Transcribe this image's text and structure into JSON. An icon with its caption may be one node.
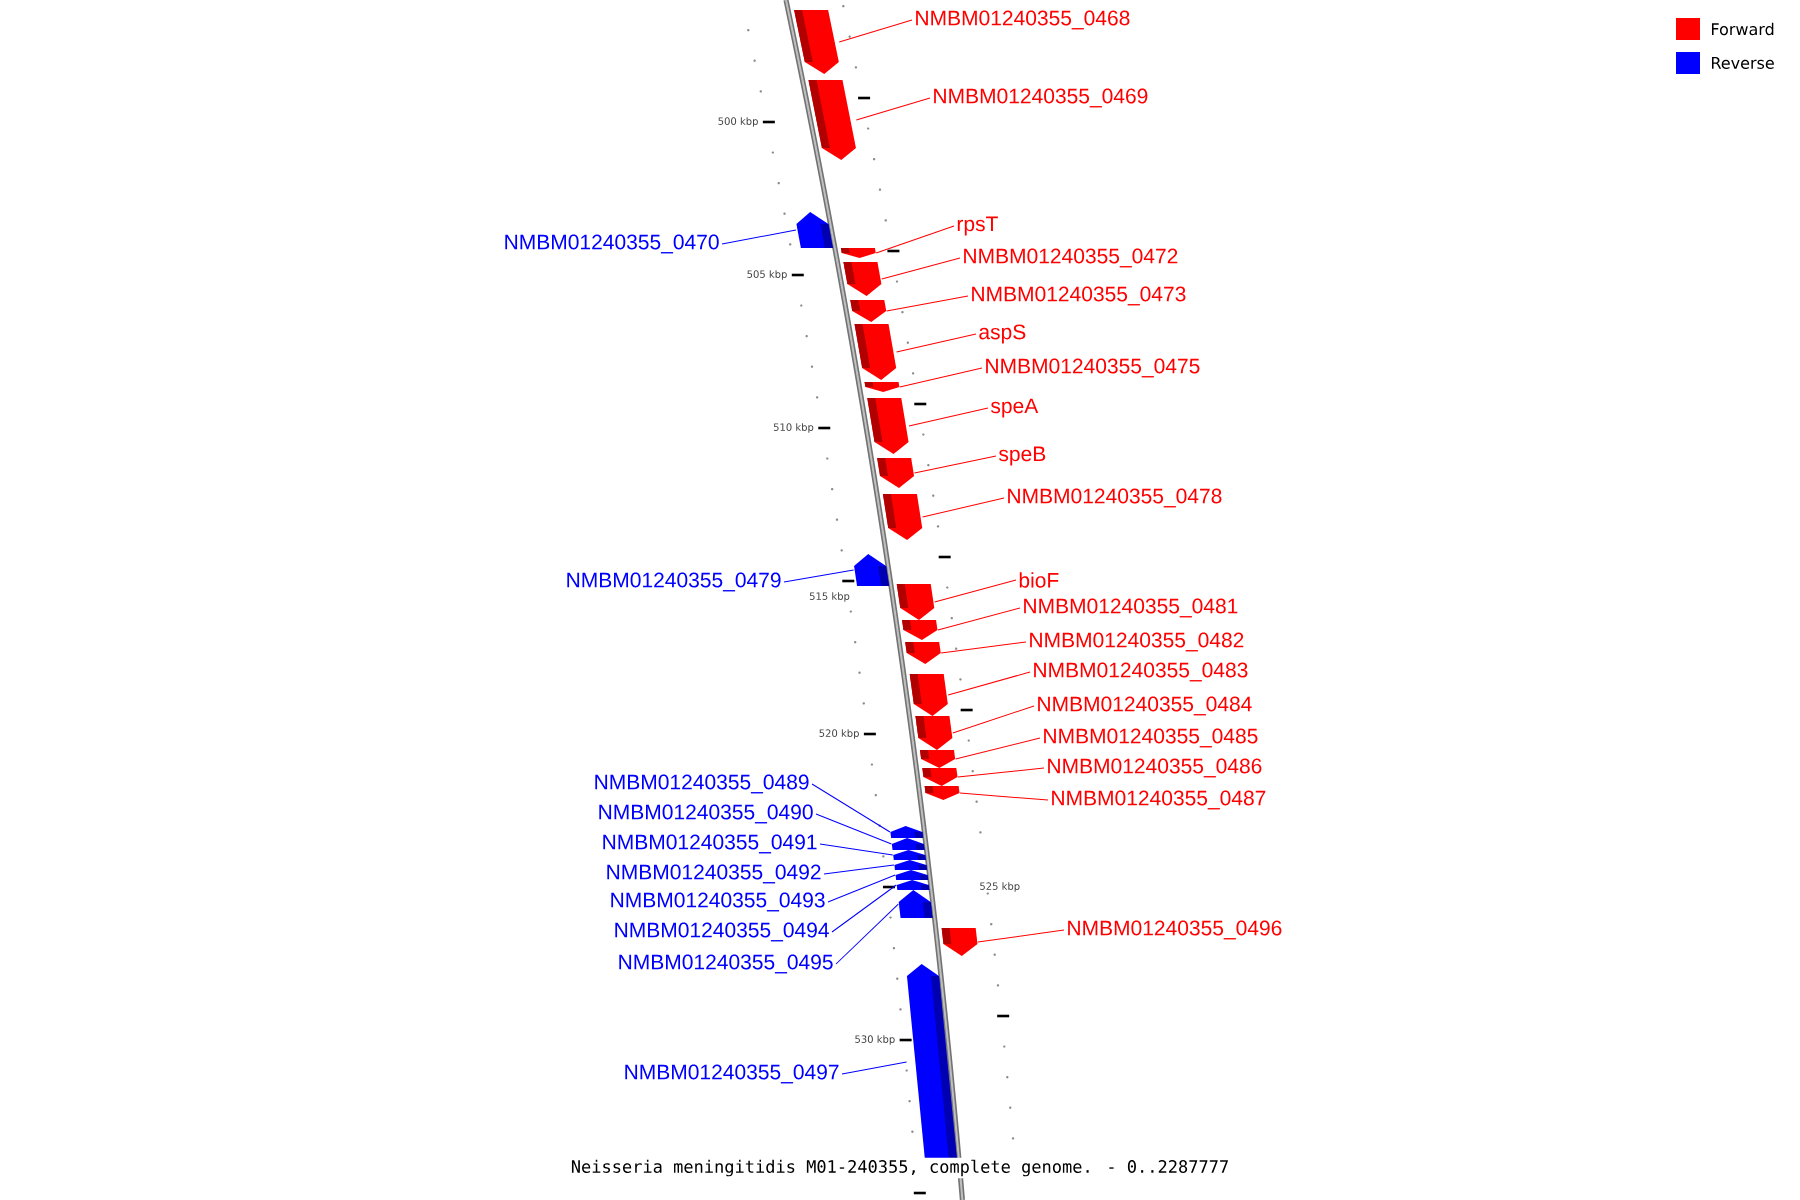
{
  "diagram": {
    "caption": "Neisseria meningitidis M01-240355, complete genome. - 0..2287777",
    "nodes": [
      {
        "text": [
          "NMBM01240355_0468"
        ]
      },
      {
        "text": [],
        "shape": "pentagon"
      },
      {
        "text": [
          "NMBM01240355_0469"
        ]
      },
      {
        "text": [],
        "shape": "pentagon"
      },
      {
        "text": [
          "NMBM01240355_0470"
        ]
      },
      {
        "text": [],
        "shape": "pentagon"
      },
      {
        "text": [
          "rpsT"
        ]
      },
      {
        "text": [],
        "shape": "pentagon"
      },
      {
        "text": [
          "NMBM01240355_0472"
        ]
      },
      {
        "text": [],
        "shape": "pentagon"
      },
      {
        "text": [
          "NMBM01240355_0473"
        ]
      },
      {
        "text": [],
        "shape": "pentagon"
      },
      {
        "text": [
          "aspS"
        ]
      },
      {
        "text": [],
        "shape": "pentagon"
      },
      {
        "text": [
          "NMBM01240355_0475"
        ]
      },
      {
        "text": [],
        "shape": "pentagon"
      },
      {
        "text": [
          "speA"
        ]
      },
      {
        "text": [],
        "shape": "pentagon"
      },
      {
        "text": [
          "speB"
        ]
      },
      {
        "text": [],
        "shape": "pentagon"
      },
      {
        "text": [
          "NMBM01240355_0478"
        ]
      },
      {
        "text": [],
        "shape": "pentagon"
      },
      {
        "text": [
          "NMBM01240355_0479"
        ]
      },
      {
        "text": [],
        "shape": "pentagon"
      },
      {
        "text": [
          "bioF"
        ]
      },
      {
        "text": [],
        "shape": "pentagon"
      },
      {
        "text": [
          "NMBM01240355_0481"
        ]
      },
      {
        "text": [],
        "shape": "pentagon"
      },
      {
        "text": [
          "NMBM01240355_0482"
        ]
      },
      {
        "text": [],
        "shape": "pentagon"
      },
      {
        "text": [
          "NMBM01240355_0483"
        ]
      },
      {
        "text": [],
        "shape": "pentagon"
      },
      {
        "text": [
          "NMBM01240355_0484"
        ]
      },
      {
        "text": [],
        "shape": "pentagon"
      },
      {
        "text": [
          "NMBM01240355_0485"
        ]
      },
      {
        "text": [],
        "shape": "pentagon"
      },
      {
        "text": [
          "NMBM01240355_0486"
        ]
      },
      {
        "text": [],
        "shape": "pentagon"
      },
      {
        "text": [
          "NMBM01240355_0487"
        ]
      },
      {
        "text": [],
        "shape": "pentagon"
      },
      {
        "text": [
          "NMBM01240355_0489"
        ]
      },
      {
        "text": [],
        "shape": "pentagon"
      },
      {
        "text": [
          "NMBM01240355_0490"
        ]
      },
      {
        "text": [],
        "shape": "pentagon"
      },
      {
        "text": [
          "NMBM01240355_0491"
        ]
      },
      {
        "text": [],
        "shape": "pentagon"
      },
      {
        "text": [
          "NMBM01240355_0492"
        ]
      },
      {
        "text": [],
        "shape": "pentagon"
      },
      {
        "text": [
          "NMBM01240355_0493"
        ]
      },
      {
        "text": [],
        "shape": "pentagon"
      },
      {
        "text": [
          "NMBM01240355_0494"
        ]
      },
      {
        "text": [],
        "shape": "pentagon"
      },
      {
        "text": [
          "NMBM01240355_0495"
        ]
      },
      {
        "text": [],
        "shape": "pentagon"
      },
      {
        "text": [
          "NMBM01240355_0496"
        ]
      },
      {
        "text": [],
        "shape": "pentagon"
      },
      {
        "text": [
          "NMBM01240355_0497"
        ]
      },
      {
        "text": [],
        "shape": "pentagon"
      }
    ],
    "edges": [
      {
        "from": 0,
        "to": 1,
        "arrow": "none"
      },
      {
        "from": 2,
        "to": 3,
        "arrow": "none"
      },
      {
        "from": 4,
        "to": 5,
        "arrow": "none",
        "color": "#0000ff"
      },
      {
        "from": 6,
        "to": 7,
        "arrow": "none"
      },
      {
        "from": 8,
        "to": 9,
        "arrow": "none"
      },
      {
        "from": 10,
        "to": 11,
        "arrow": "none"
      },
      {
        "from": 12,
        "to": 13,
        "arrow": "none"
      },
      {
        "from": 14,
        "to": 15,
        "arrow": "none"
      },
      {
        "from": 16,
        "to": 17,
        "arrow": "none"
      },
      {
        "from": 18,
        "to": 19,
        "arrow": "none"
      },
      {
        "from": 20,
        "to": 21,
        "arrow": "none"
      },
      {
        "from": 22,
        "to": 23,
        "arrow": "none",
        "color": "#0000ff"
      },
      {
        "from": 24,
        "to": 25,
        "arrow": "none"
      },
      {
        "from": 26,
        "to": 27,
        "arrow": "none"
      },
      {
        "from": 28,
        "to": 29,
        "arrow": "none"
      },
      {
        "from": 30,
        "to": 31,
        "arrow": "none"
      },
      {
        "from": 32,
        "to": 33,
        "arrow": "none"
      },
      {
        "from": 34,
        "to": 35,
        "arrow": "none"
      },
      {
        "from": 36,
        "to": 37,
        "arrow": "none"
      },
      {
        "from": 38,
        "to": 39,
        "arrow": "none"
      },
      {
        "from": 40,
        "to": 41,
        "arrow": "none",
        "color": "#0000ff"
      },
      {
        "from": 42,
        "to": 43,
        "arrow": "none",
        "color": "#0000ff"
      },
      {
        "from": 44,
        "to": 45,
        "arrow": "none",
        "color": "#0000ff"
      },
      {
        "from": 46,
        "to": 47,
        "arrow": "none",
        "color": "#0000ff"
      },
      {
        "from": 48,
        "to": 49,
        "arrow": "none",
        "color": "#0000ff"
      },
      {
        "from": 50,
        "to": 51,
        "arrow": "none",
        "color": "#0000ff"
      },
      {
        "from": 52,
        "to": 53,
        "arrow": "none",
        "color": "#0000ff"
      },
      {
        "from": 54,
        "to": 55,
        "arrow": "none"
      },
      {
        "from": 56,
        "to": 57,
        "arrow": "none",
        "color": "#0000ff"
      }
    ],
    "labels": [
      "500 kbp",
      "505 kbp",
      "510 kbp",
      "515 kbp",
      "520 kbp",
      "525 kbp",
      "530 kbp"
    ],
    "legend": [
      {
        "text": "Forward",
        "color": "#ff0000"
      },
      {
        "text": "Reverse",
        "color": "#0000ff"
      }
    ]
  }
}
